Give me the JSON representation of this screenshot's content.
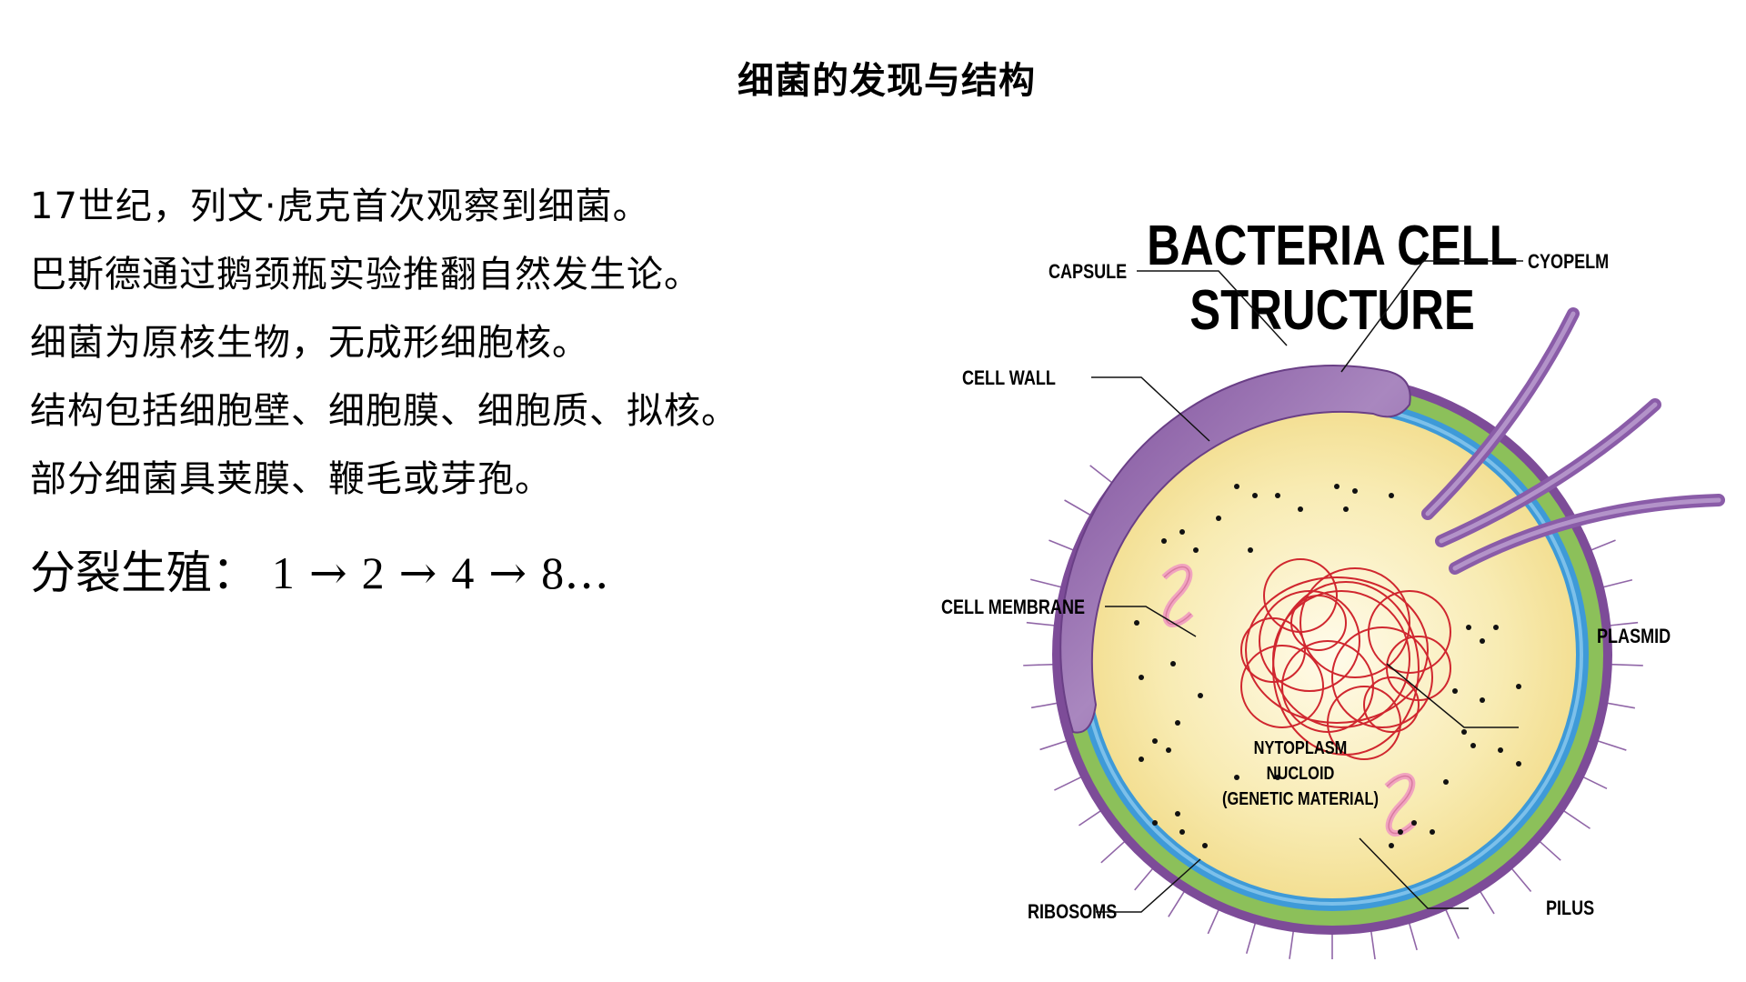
{
  "slide": {
    "title": "细菌的发现与结构"
  },
  "bullets": [
    "17世纪，列文·虎克首次观察到细菌。",
    "巴斯德通过鹅颈瓶实验推翻自然发生论。",
    "细菌为原核生物，无成形细胞核。",
    "结构包括细胞壁、细胞膜、细胞质、拟核。",
    "部分细菌具荚膜、鞭毛或芽孢。"
  ],
  "formula": {
    "label": "分裂生殖：",
    "sequence": [
      "1",
      "2",
      "4",
      "8"
    ],
    "arrow": "→",
    "ellipsis": "…"
  },
  "diagram": {
    "title": "BACTERIA CELL STRUCTURE",
    "labels": {
      "capsule": "CAPSULE",
      "cyopelm": "CYOPELM",
      "cell_wall": "CELL WALL",
      "cell_membrane": "CELL MEMBRANE",
      "plasmid": "PLASMID",
      "ribosoms": "RIBOSOMS",
      "pilus": "PILUS",
      "center_line1": "NYTOPLASM",
      "center_line2": "NUCLOID",
      "center_line3": "(GENETIC MATERIAL)"
    },
    "colors": {
      "capsule": "#9b6bb0",
      "cell_wall": "#8cc05a",
      "membrane": "#3e9ad8",
      "cytoplasm": "#f8eab0",
      "nucleoid": "#d0272f",
      "plasmid": "#f1a3bf",
      "pili": "#7d4c98"
    }
  }
}
